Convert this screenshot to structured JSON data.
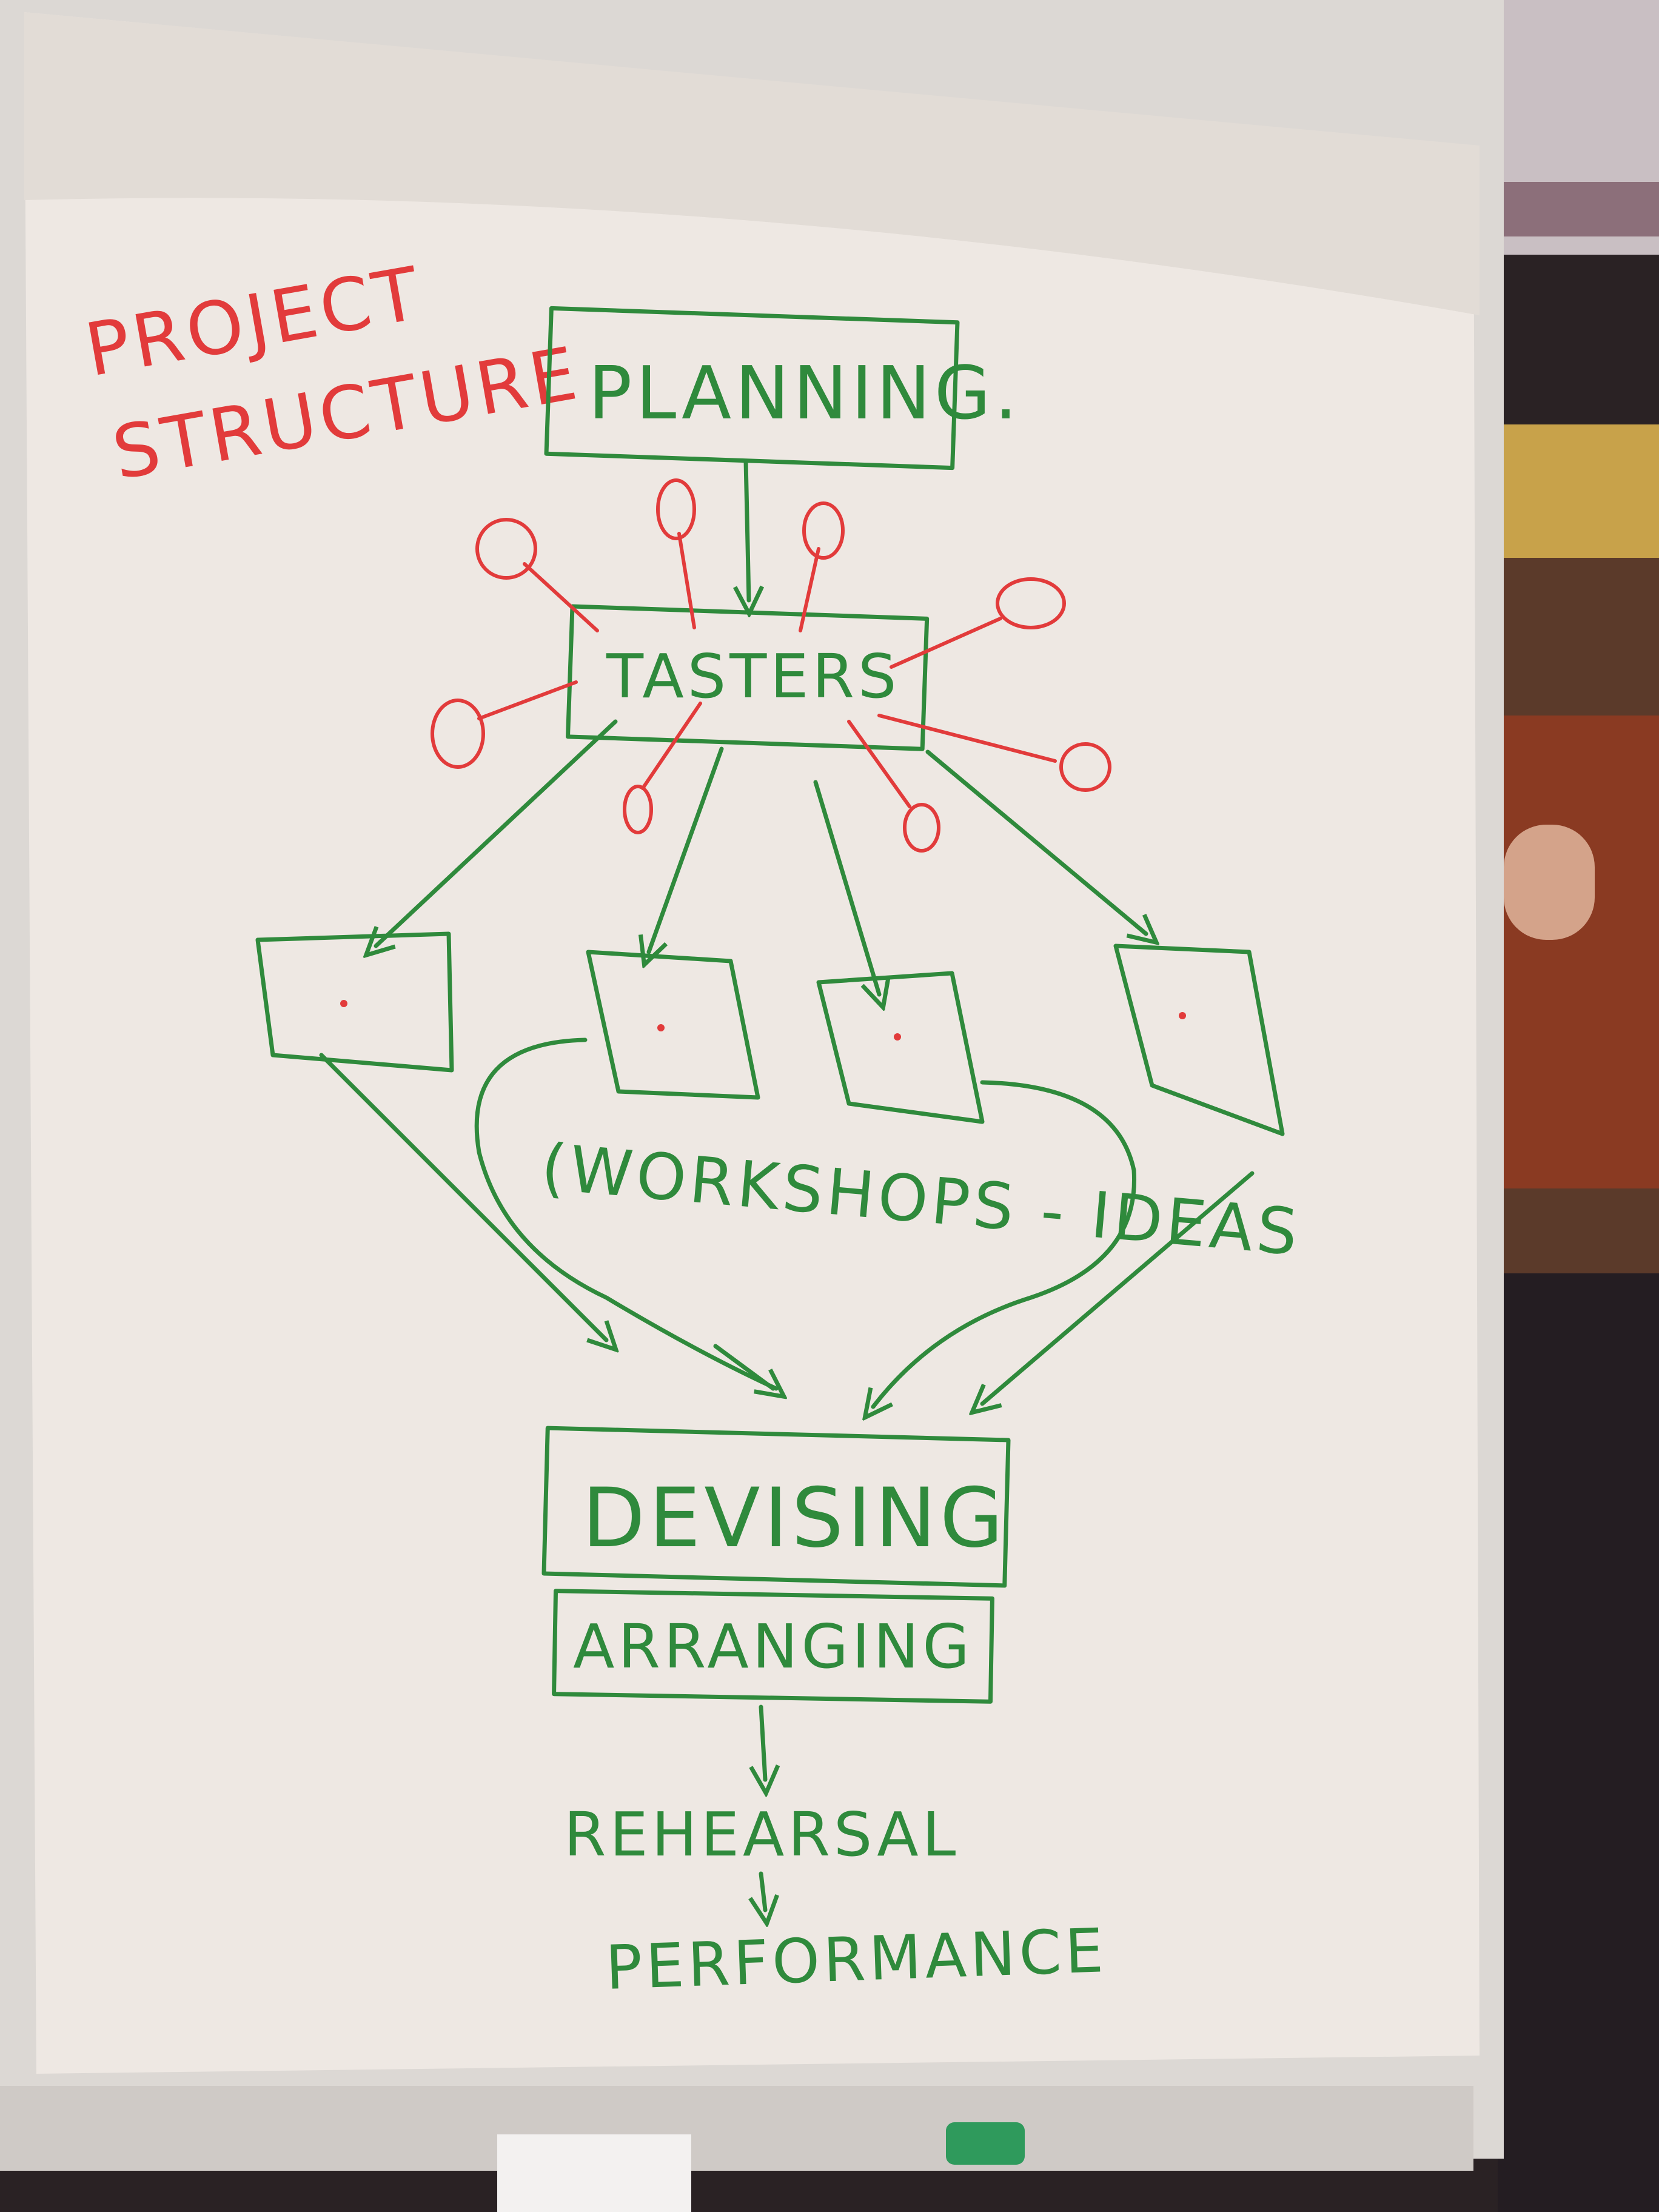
{
  "header": {
    "title_line1": "PROJECT",
    "title_line2": "STRUCTURE"
  },
  "diagram": {
    "planning": "PLANNING.",
    "tasters": "TASTERS",
    "workshops": "(WORKSHOPS - IDEAS",
    "devising": "DEVISING",
    "arranging": "ARRANGING",
    "rehearsal": "REHEARSAL",
    "performance": "PERFORMANCE"
  },
  "colors": {
    "paper": "#eee8e3",
    "green_marker": "#2f8a3c",
    "red_marker": "#e23b3b",
    "easel": "#dcd8d4",
    "background": "#2a2224"
  }
}
